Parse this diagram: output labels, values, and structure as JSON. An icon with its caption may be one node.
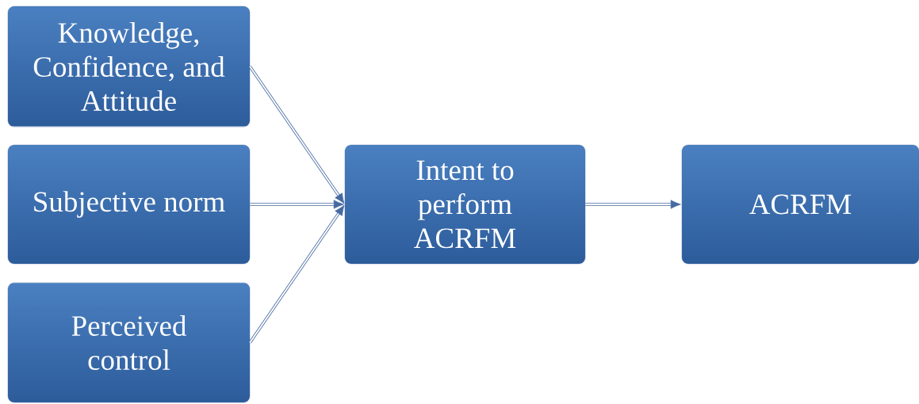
{
  "diagram": {
    "nodes": [
      {
        "text": [
          "Knowledge, Confidence, and Attitude"
        ]
      },
      {
        "text": [
          "Subjective norm"
        ]
      },
      {
        "text": [
          "Perceived control"
        ]
      },
      {
        "text": [
          "Intent to perform ACRFM"
        ]
      },
      {
        "text": [
          "ACRFM"
        ]
      }
    ],
    "edges": [
      {
        "from": 0,
        "to": 3,
        "arrow": "to"
      },
      {
        "from": 1,
        "to": 3,
        "arrow": "to"
      },
      {
        "from": 2,
        "to": 3,
        "arrow": "to"
      },
      {
        "from": 3,
        "to": 4,
        "arrow": "to"
      }
    ]
  }
}
